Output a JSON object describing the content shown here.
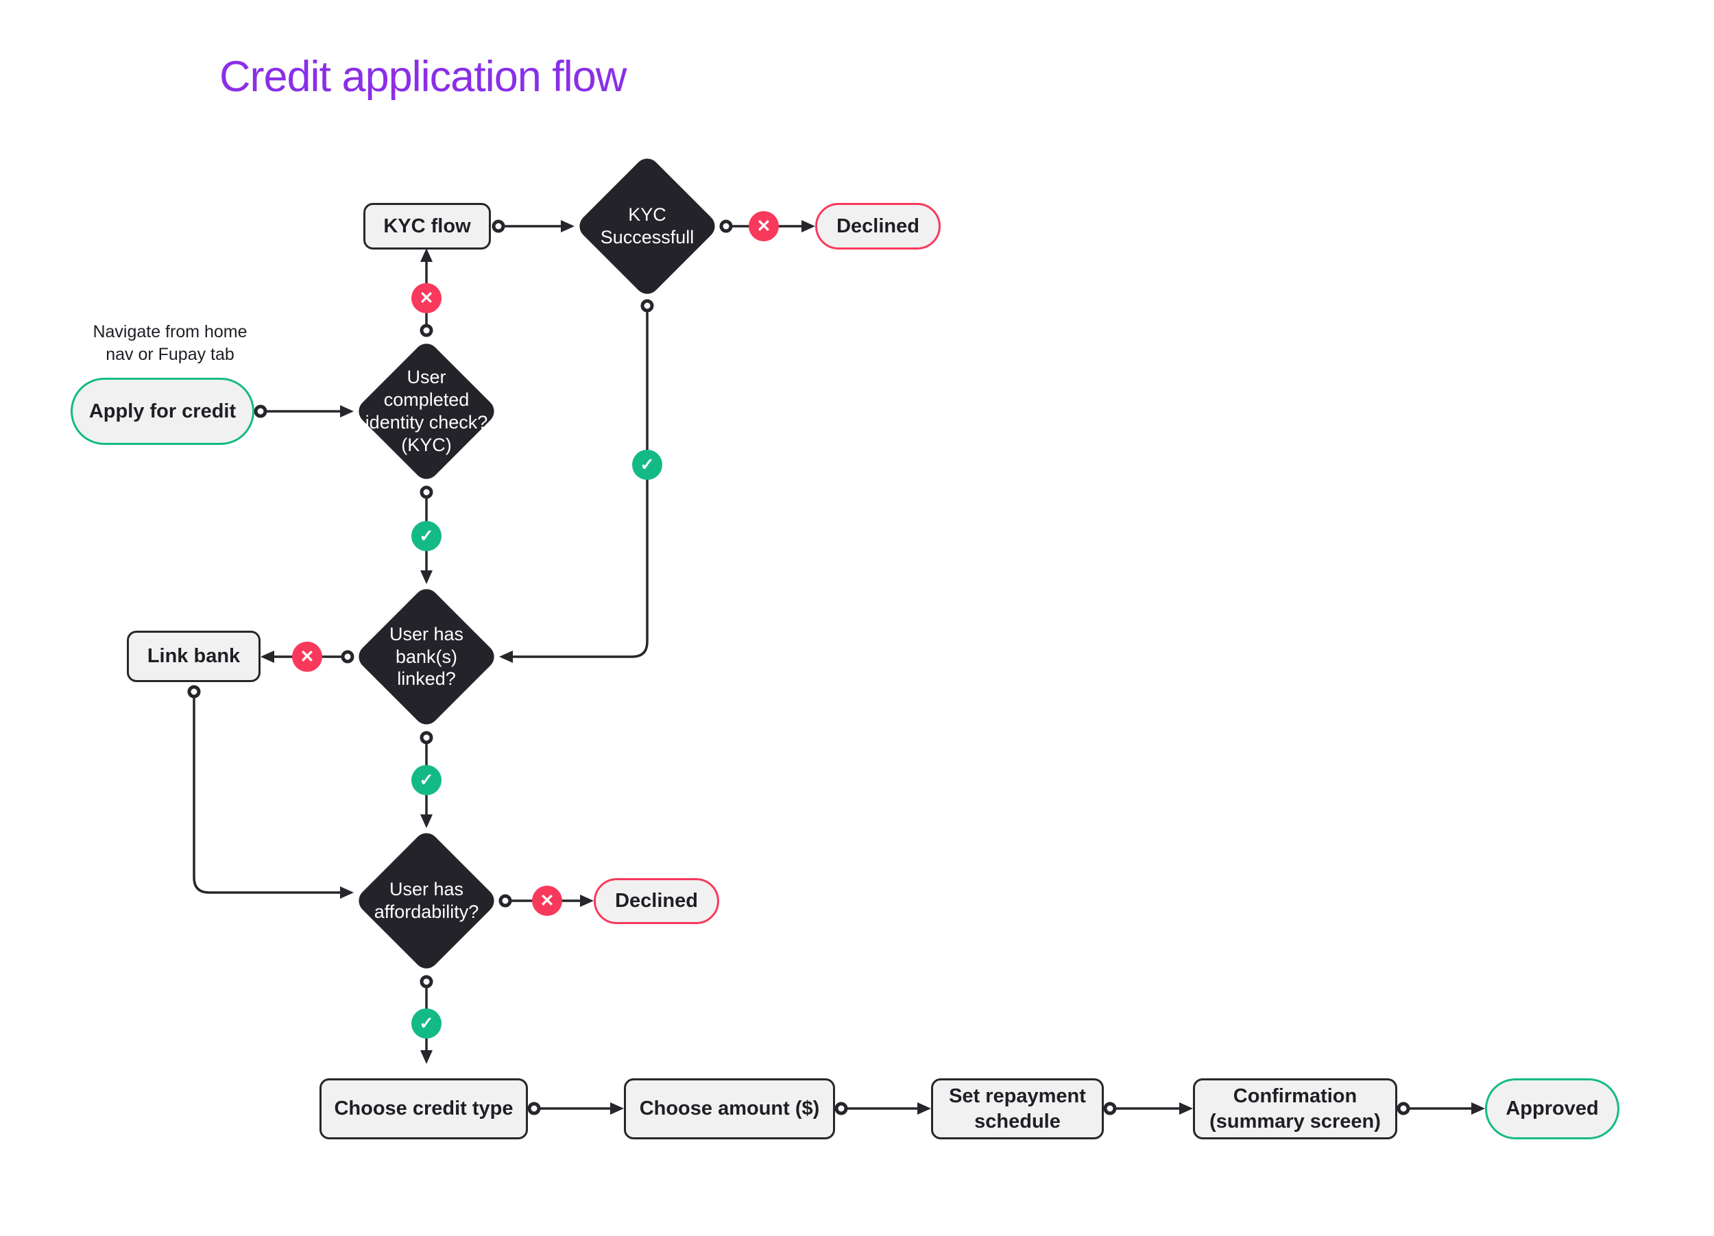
{
  "title": "Credit application flow",
  "annotation": {
    "line1": "Navigate from home",
    "line2": "nav or Fupay tab"
  },
  "nodes": {
    "apply_for_credit": {
      "label": "Apply for credit"
    },
    "kyc_check": {
      "line1": "User",
      "line2": "completed",
      "line3": "identity check?",
      "line4": "(KYC)"
    },
    "kyc_flow": {
      "label": "KYC flow"
    },
    "kyc_successful": {
      "line1": "KYC",
      "line2": "Successfull"
    },
    "declined_kyc": {
      "label": "Declined"
    },
    "bank_linked": {
      "line1": "User has",
      "line2": "bank(s)",
      "line3": "linked?"
    },
    "link_bank": {
      "label": "Link bank"
    },
    "affordability": {
      "line1": "User has",
      "line2": "affordability?"
    },
    "declined_affordability": {
      "label": "Declined"
    },
    "choose_credit_type": {
      "label": "Choose credit type"
    },
    "choose_amount": {
      "label": "Choose amount ($)"
    },
    "set_repayment": {
      "line1": "Set repayment",
      "line2": "schedule"
    },
    "confirmation": {
      "line1": "Confirmation",
      "line2": "(summary screen)"
    },
    "approved": {
      "label": "Approved"
    }
  },
  "badges": {
    "yes": "✓",
    "no": "✕"
  },
  "colors": {
    "title": "#8A2FE8",
    "success": "#14BA86",
    "danger": "#F8395C",
    "shape_dark": "#232329",
    "shape_light": "#F1F1F1",
    "line": "#26262B"
  }
}
